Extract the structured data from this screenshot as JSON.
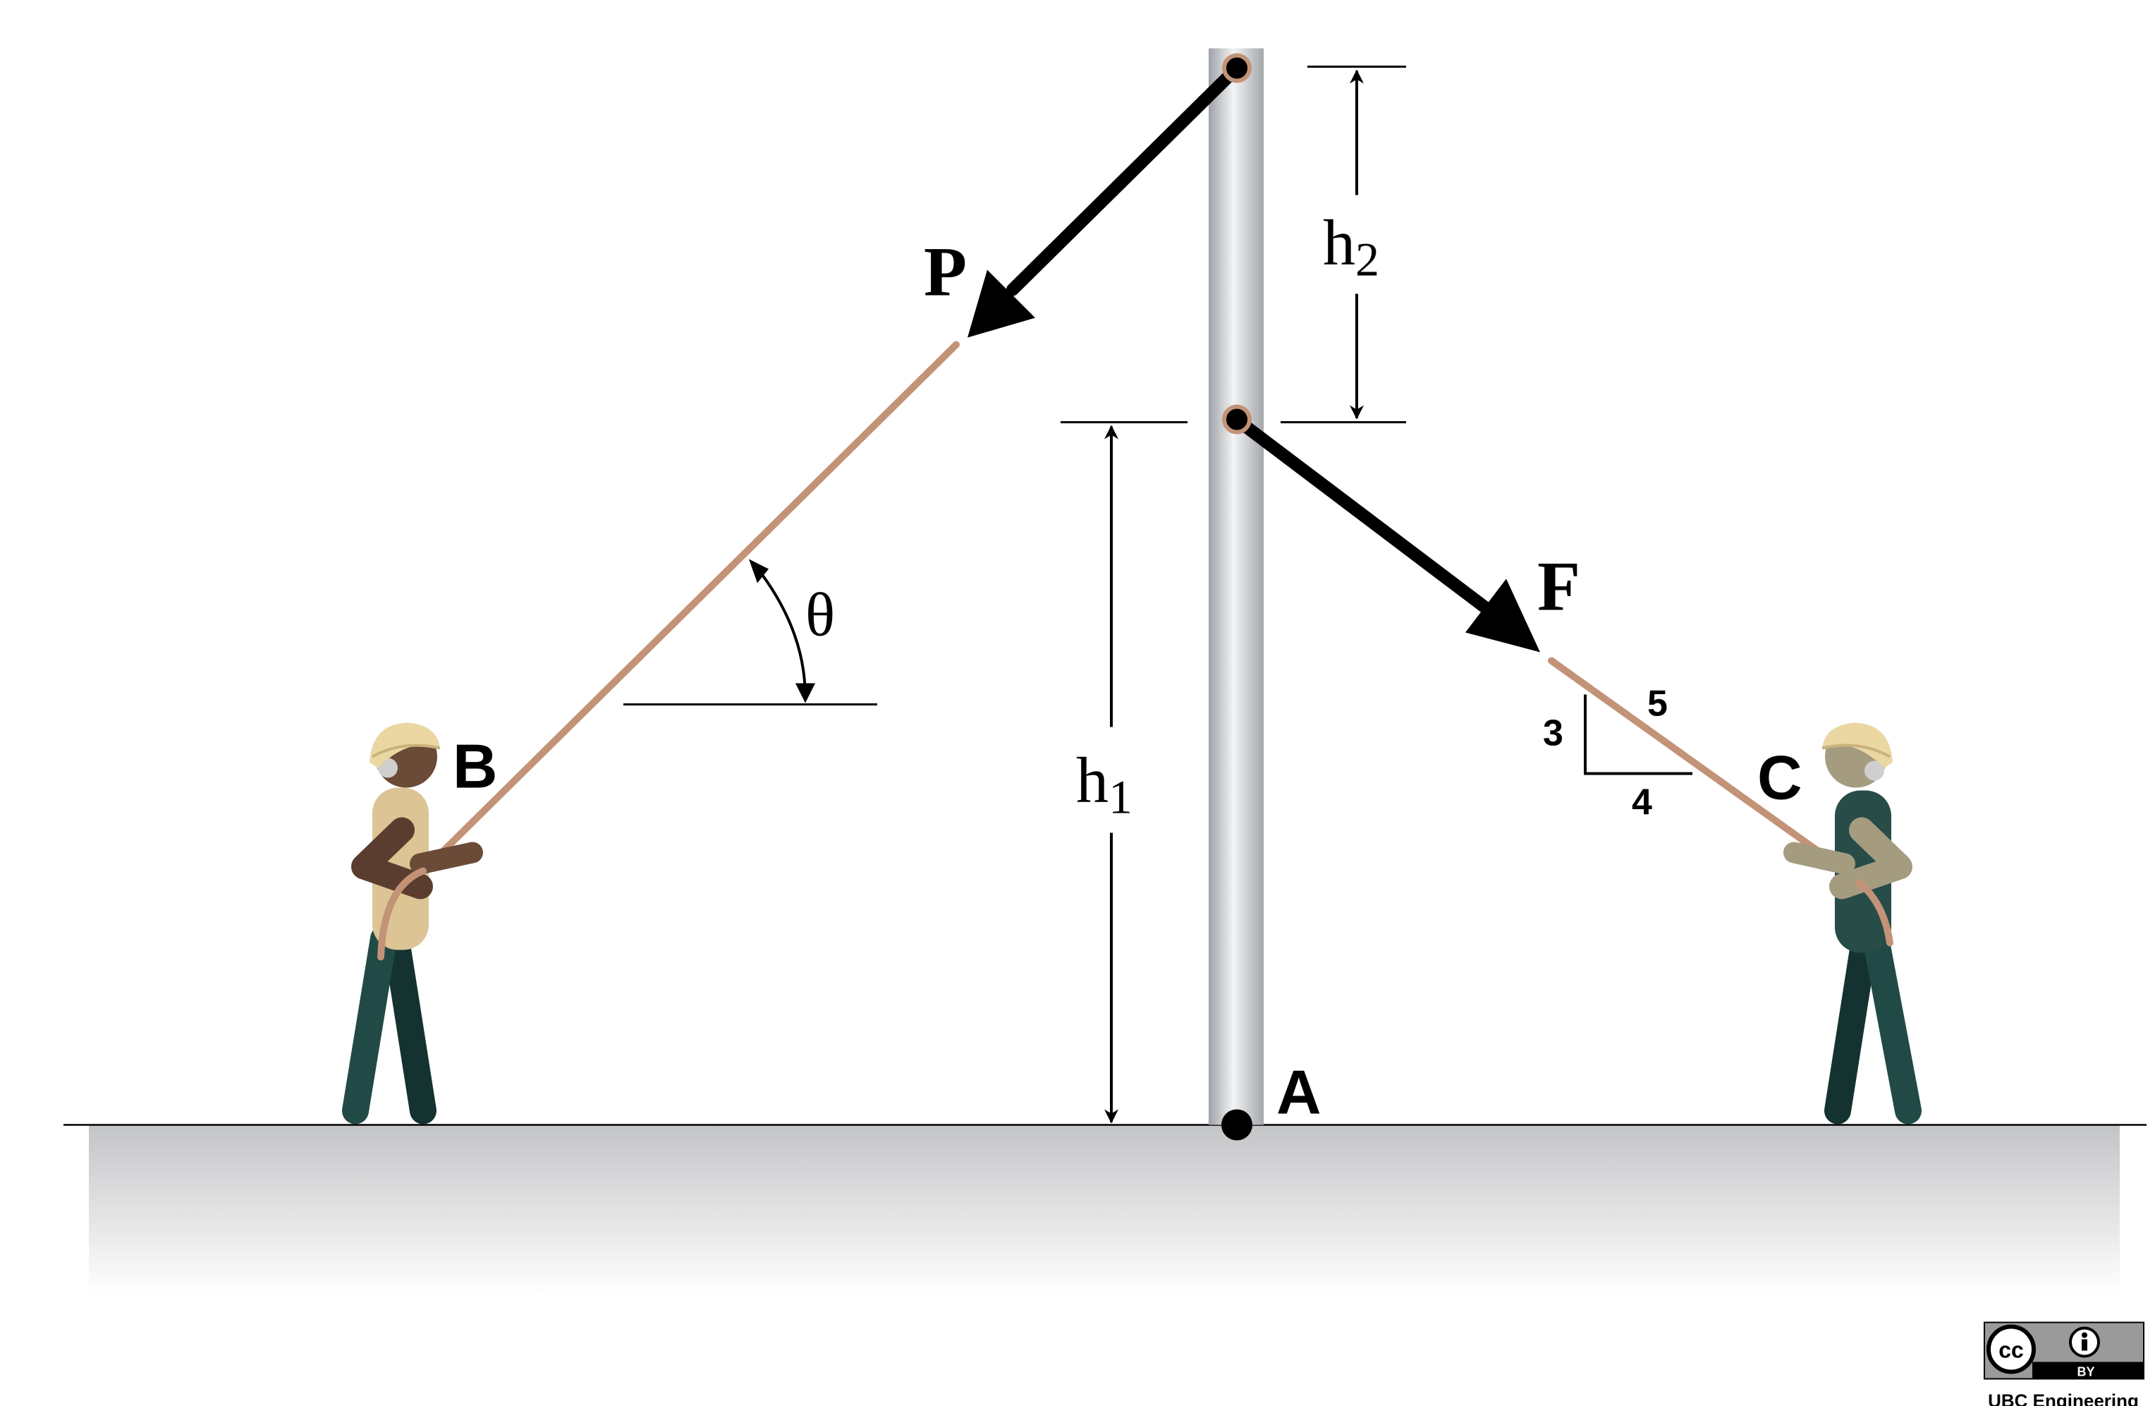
{
  "labels": {
    "force_p": "P",
    "force_f": "F",
    "point_a": "A",
    "point_b": "B",
    "point_c": "C",
    "angle": "θ",
    "height1_main": "h",
    "height1_sub": "1",
    "height2_main": "h",
    "height2_sub": "2"
  },
  "slope_triangle": {
    "hypotenuse": "5",
    "vertical": "3",
    "horizontal": "4"
  },
  "license": {
    "cc_text": "cc",
    "by_text": "BY",
    "credit": "UBC Engineering"
  },
  "colors": {
    "rope": "#c39377",
    "arrow": "#000000",
    "pole_dark": "#9ea2a6",
    "pole_light": "#f3f4f5",
    "worker_b_skin": "#6b4a38",
    "worker_b_shirt": "#dcc494",
    "worker_c_skin": "#a59c80",
    "worker_c_shirt": "#284c48",
    "pants": "#1e3c39",
    "helmet": "#ead7a2",
    "ground_top": "#c3c4c6"
  }
}
